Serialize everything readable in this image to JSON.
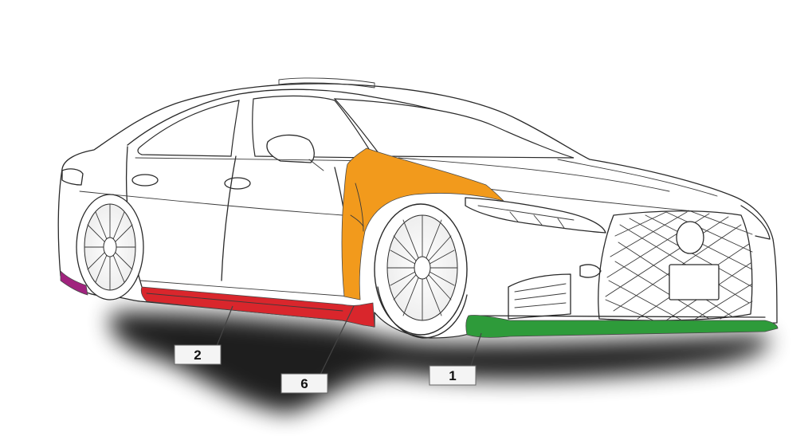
{
  "diagram": {
    "colors": {
      "front_lip_spoiler": "#2e9b3a",
      "side_skirt": "#d9262c",
      "front_fender": "#f29a1c",
      "rear_lower_spoiler": "#a0237e",
      "shadow": "#000000"
    },
    "callouts": [
      {
        "id": "front-lip",
        "label": "1",
        "color": "#2e9b3a"
      },
      {
        "id": "side-skirt",
        "label": "2",
        "color": "#d9262c"
      },
      {
        "id": "front-fender",
        "label": "6",
        "color": "#f29a1c"
      }
    ]
  }
}
